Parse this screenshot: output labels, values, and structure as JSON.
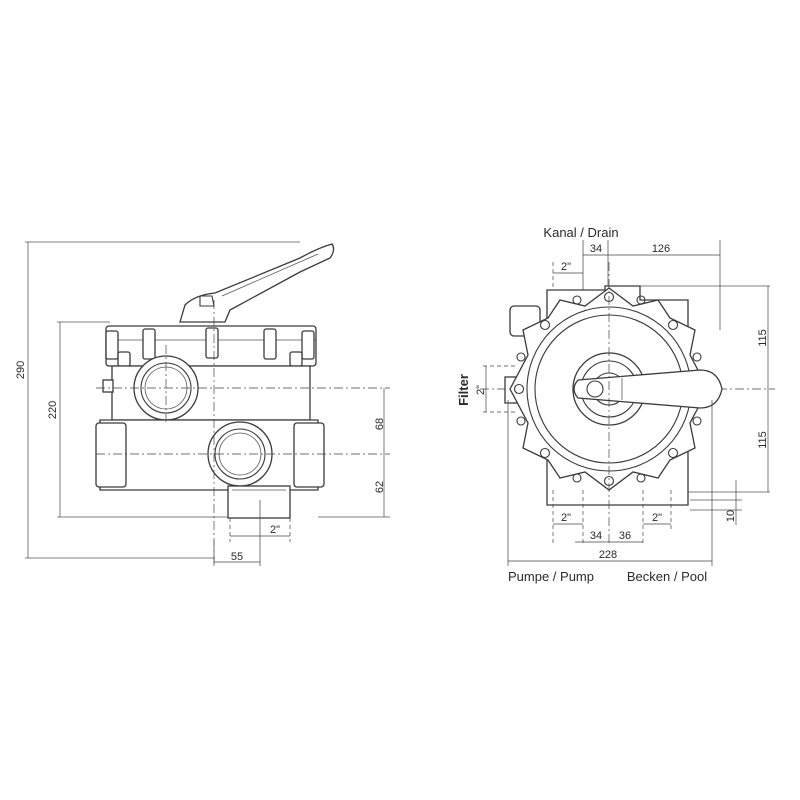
{
  "side_view": {
    "dim_total_height": "290",
    "dim_body_height": "220",
    "dim_upper_port": "68",
    "dim_lower_port": "62",
    "dim_thread": "2\"",
    "dim_offset": "55"
  },
  "top_view": {
    "label_drain": "Kanal / Drain",
    "label_filter": "Filter",
    "label_pump": "Pumpe / Pump",
    "label_pool": "Becken / Pool",
    "dim_top_left": "34",
    "dim_top_right": "126",
    "dim_top_thread": "2\"",
    "dim_right_upper": "115",
    "dim_right_lower": "115",
    "dim_right_small": "10",
    "dim_filter_thread": "2\"",
    "dim_bottom_thread_left": "2\"",
    "dim_bottom_thread_right": "2\"",
    "dim_bottom_left": "34",
    "dim_bottom_right": "36",
    "dim_total_width": "228"
  }
}
